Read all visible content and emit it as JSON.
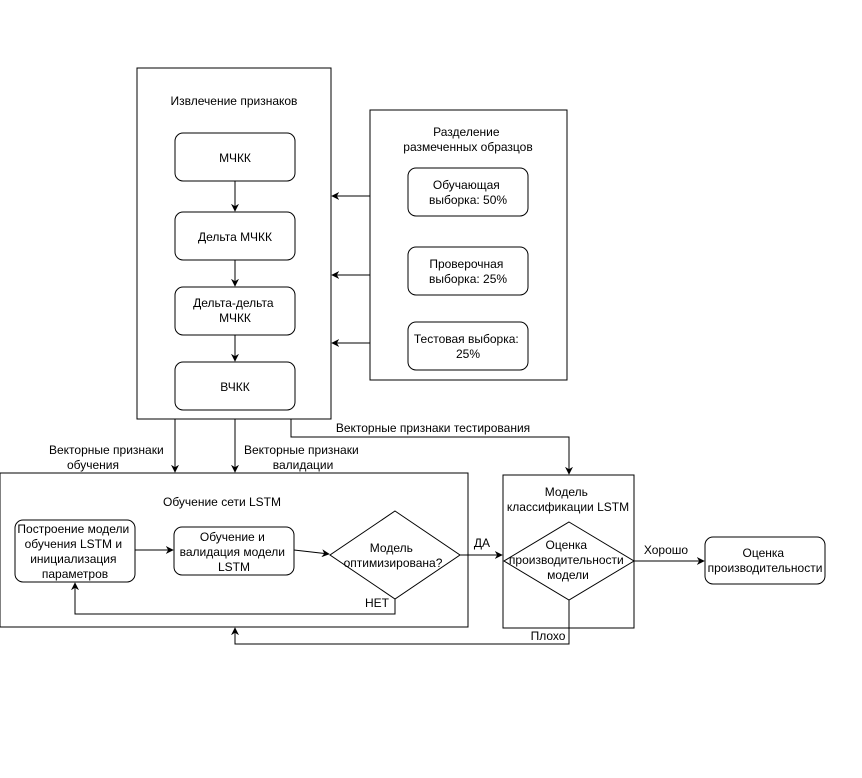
{
  "feature_extraction": {
    "title": "Извлечение признаков",
    "steps": [
      "МЧКК",
      "Дельта МЧКК",
      [
        "Дельта-дельта",
        "МЧКК"
      ],
      "ВЧКК"
    ]
  },
  "split": {
    "title": [
      "Разделение",
      "размеченных образцов"
    ],
    "train": [
      "Обучающая",
      "выборка: 50%"
    ],
    "val": [
      "Проверочная",
      "выборка: 25%"
    ],
    "test": [
      "Тестовая выборка:",
      "25%"
    ]
  },
  "labels": {
    "train_vectors": [
      "Векторные признаки",
      "обучения"
    ],
    "val_vectors": [
      "Векторные признаки",
      "валидации"
    ],
    "test_vectors": "Векторные признаки тестирования",
    "yes": "ДА",
    "no": "НЕТ",
    "good": "Хорошо",
    "bad": "Плохо"
  },
  "training": {
    "title": "Обучение сети LSTM",
    "build": [
      "Построение модели",
      "обучения LSTM и",
      "инициализация",
      "параметров"
    ],
    "train_validate": [
      "Обучение и",
      "валидация модели",
      "LSTM"
    ],
    "optimized": [
      "Модель",
      "оптимизирована?"
    ]
  },
  "classifier": {
    "title": [
      "Модель",
      "классификации LSTM"
    ],
    "evaluate": [
      "Оценка",
      "производительности",
      "модели"
    ]
  },
  "result": [
    "Оценка",
    "производительности"
  ]
}
